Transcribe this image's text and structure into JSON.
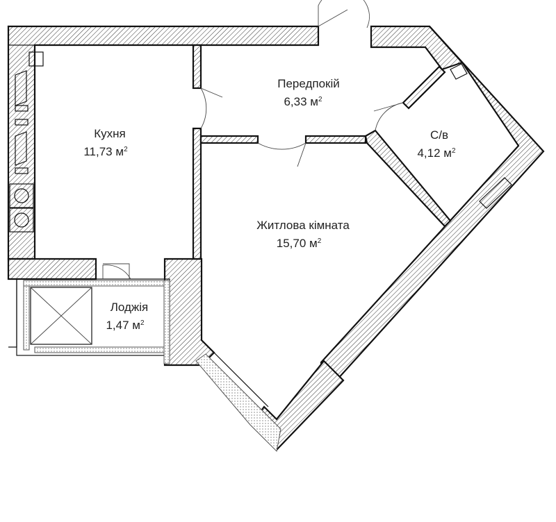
{
  "rooms": {
    "hallway": {
      "name": "Передпокій",
      "area": "6,33 м",
      "unit_power": "2"
    },
    "kitchen": {
      "name": "Кухня",
      "area": "11,73 м",
      "unit_power": "2"
    },
    "bathroom": {
      "name": "С/в",
      "area": "4,12 м",
      "unit_power": "2"
    },
    "living": {
      "name": "Житлова кімната",
      "area": "15,70 м",
      "unit_power": "2"
    },
    "loggia": {
      "name": "Лоджія",
      "area": "1,47 м",
      "unit_power": "2"
    }
  },
  "colors": {
    "wall_line": "#111111",
    "hatch": "#333333",
    "background": "#ffffff"
  }
}
